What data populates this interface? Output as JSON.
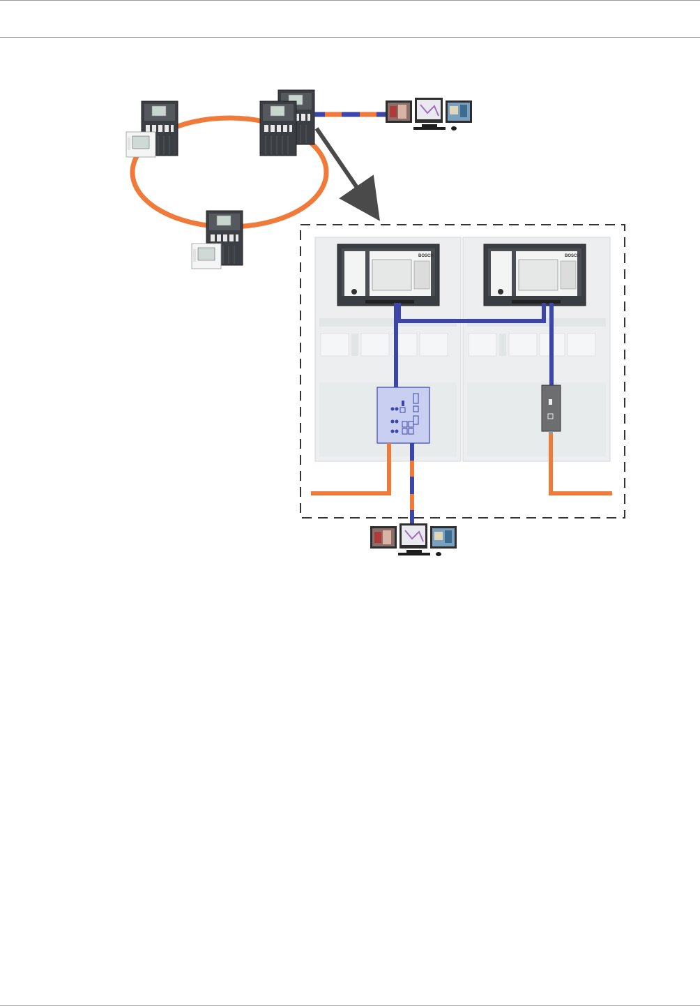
{
  "page": {
    "header_text": "",
    "footer_text": ""
  },
  "diagram": {
    "brand_text": "BOSCH",
    "colors": {
      "ring_cable": "#f07a3a",
      "network_cable": "#3b46a8",
      "panel_dark": "#3b3f44",
      "panel_light_bg": "#eceeef",
      "zoom_arrow": "#4a4a4a",
      "detail_border": "#333333"
    },
    "nodes": [
      {
        "name": "ring-panel-top-left",
        "type": "fire-panel-with-keypad"
      },
      {
        "name": "ring-panel-top-right",
        "type": "fire-panel-pair"
      },
      {
        "name": "ring-panel-bottom",
        "type": "fire-panel-with-keypad"
      },
      {
        "name": "workstation-top",
        "type": "management-workstation"
      },
      {
        "name": "workstation-bottom",
        "type": "management-workstation"
      },
      {
        "name": "detail-panel-left",
        "type": "panel-controller"
      },
      {
        "name": "detail-panel-right",
        "type": "panel-controller"
      },
      {
        "name": "ethernet-switch-module",
        "type": "switch"
      },
      {
        "name": "interface-module",
        "type": "interface-module"
      }
    ]
  }
}
